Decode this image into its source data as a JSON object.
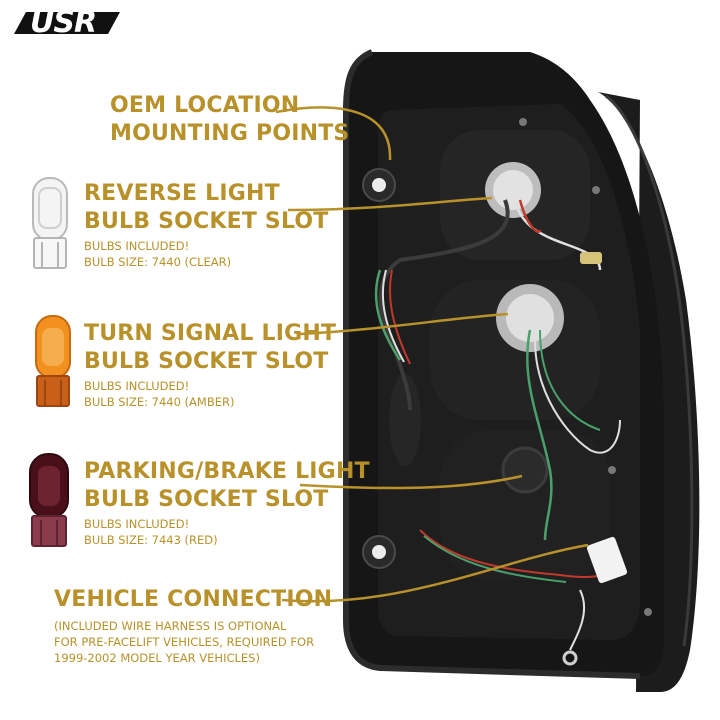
{
  "logo": {
    "text": "USR"
  },
  "callouts": [
    {
      "title_line1": "OEM LOCATION",
      "title_line2": "MOUNTING POINTS"
    },
    {
      "title_line1": "REVERSE LIGHT",
      "title_line2": "BULB SOCKET SLOT",
      "note_line1": "BULBS INCLUDED!",
      "note_line2": "BULB SIZE: 7440 (CLEAR)"
    },
    {
      "title_line1": "TURN SIGNAL LIGHT",
      "title_line2": "BULB SOCKET SLOT",
      "note_line1": "BULBS INCLUDED!",
      "note_line2": "BULB SIZE: 7440 (AMBER)"
    },
    {
      "title_line1": "PARKING/BRAKE LIGHT",
      "title_line2": "BULB SOCKET SLOT",
      "note_line1": "BULBS INCLUDED!",
      "note_line2": "BULB SIZE: 7443 (RED)"
    },
    {
      "title_line1": "VEHICLE CONNECTION",
      "note_line1": "(INCLUDED WIRE HARNESS IS OPTIONAL",
      "note_line2": "FOR PRE-FACELIFT VEHICLES, REQUIRED FOR",
      "note_line3": "1999-2002 MODEL YEAR VEHICLES)"
    }
  ],
  "bulbs": [
    {
      "name": "clear-bulb",
      "color": "#e8e8e8"
    },
    {
      "name": "amber-bulb",
      "color": "#f08a10"
    },
    {
      "name": "red-bulb",
      "color": "#5a1620"
    }
  ],
  "colors": {
    "accent": "#b8912a",
    "housing": "#141414",
    "background": "#ffffff"
  }
}
